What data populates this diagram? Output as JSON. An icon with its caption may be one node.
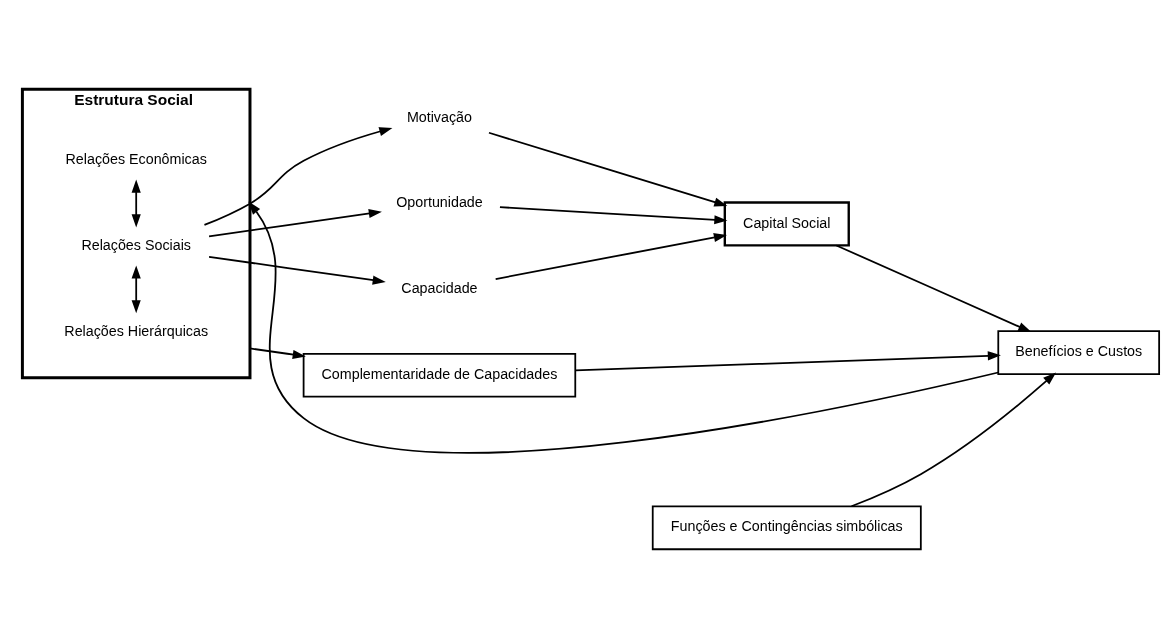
{
  "diagram": {
    "nodes": [
      {
        "text": [
          "Estrutura Social"
        ]
      },
      {
        "text": [
          "Relações Econômicas"
        ],
        "in": 0
      },
      {
        "text": [
          "Relações Sociais"
        ],
        "in": 0
      },
      {
        "text": [
          "Relações Hierárquicas"
        ],
        "in": 0
      },
      {
        "text": [
          "Motivação"
        ]
      },
      {
        "text": [
          "Oportunidade"
        ]
      },
      {
        "text": [
          "Capacidade"
        ]
      },
      {
        "text": [
          "Capital Social"
        ]
      },
      {
        "text": [
          "Funções e Contingências simbólicas"
        ]
      },
      {
        "text": [
          "Benefícios e Custos"
        ]
      },
      {
        "text": [
          "Complementaridade de Capacidades"
        ]
      }
    ],
    "edges": [
      {
        "from": 1,
        "to": 2,
        "arrow": "both"
      },
      {
        "from": 2,
        "to": 3,
        "arrow": "both"
      },
      {
        "from": 2,
        "to": 4,
        "arrow": "to"
      },
      {
        "from": 2,
        "to": 5,
        "arrow": "to"
      },
      {
        "from": 2,
        "to": 6,
        "arrow": "to"
      },
      {
        "from": 4,
        "to": 7,
        "arrow": "to"
      },
      {
        "from": 5,
        "to": 7,
        "arrow": "to"
      },
      {
        "from": 6,
        "to": 7,
        "arrow": "to"
      },
      {
        "from": 7,
        "to": 9,
        "arrow": "to"
      },
      {
        "from": 8,
        "to": 9,
        "arrow": "to"
      },
      {
        "from": 10,
        "to": 9,
        "arrow": "to"
      },
      {
        "from": 0,
        "to": 10,
        "arrow": "to"
      },
      {
        "from": 9,
        "to": 0,
        "arrow": "to"
      }
    ]
  }
}
